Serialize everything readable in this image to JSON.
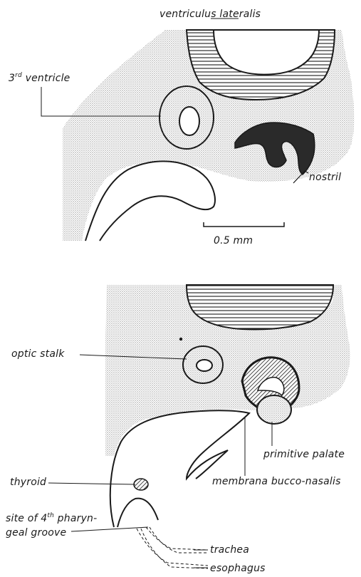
{
  "figure": {
    "top_panel": {
      "ventriculus_lateralis": "ventriculus lateralis",
      "third_ventricle_num": "3",
      "third_ventricle_sup": "rd",
      "third_ventricle_rest": " ventricle",
      "nostril": "nostril",
      "scale_bar": "0.5 mm"
    },
    "bottom_panel": {
      "optic_stalk": "optic stalk",
      "primitive_palate": "primitive palate",
      "membrana": "membrana bucco-nasalis",
      "thyroid": "thyroid",
      "site_line1_pre": "site of 4",
      "site_line1_sup": "th",
      "site_line1_post": " pharyn-",
      "site_line2": "geal groove",
      "trachea": "trachea",
      "esophagus": "esophagus"
    }
  },
  "colors": {
    "ink": "#1a1a1a",
    "stipple": "#c9c9c9",
    "paper": "#ffffff"
  }
}
